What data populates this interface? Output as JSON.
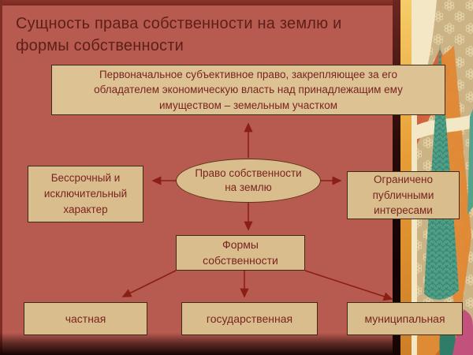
{
  "slide": {
    "title": "Сущность права собственности на землю и формы собственности"
  },
  "diagram": {
    "definition": "Первоначальное субъективное право, закрепляющее за его обладателем экономическую власть над принадлежащим ему имуществом – земельным участком",
    "central": "Право собственности на землю",
    "left_property": "Бессрочный и исключительный характер",
    "right_property": "Ограничено публичными интересами",
    "forms_header": "Формы собственности",
    "forms": [
      "частная",
      "государственная",
      "муниципальная"
    ]
  },
  "colors": {
    "background_red": "#b75a50",
    "frame_dark": "#1a0605",
    "box_fill": "#d9bd8c",
    "box_border": "#3d2b15",
    "box_text": "#7a2421",
    "title_text": "#5e1f18",
    "arrow": "#8b1f16",
    "strip_tan": "#cbb385",
    "strip_orange": "#e79d34",
    "strip_cream": "#f3e7c6",
    "strip_teal": "#4f9e88",
    "strip_pink": "#c2527c"
  }
}
